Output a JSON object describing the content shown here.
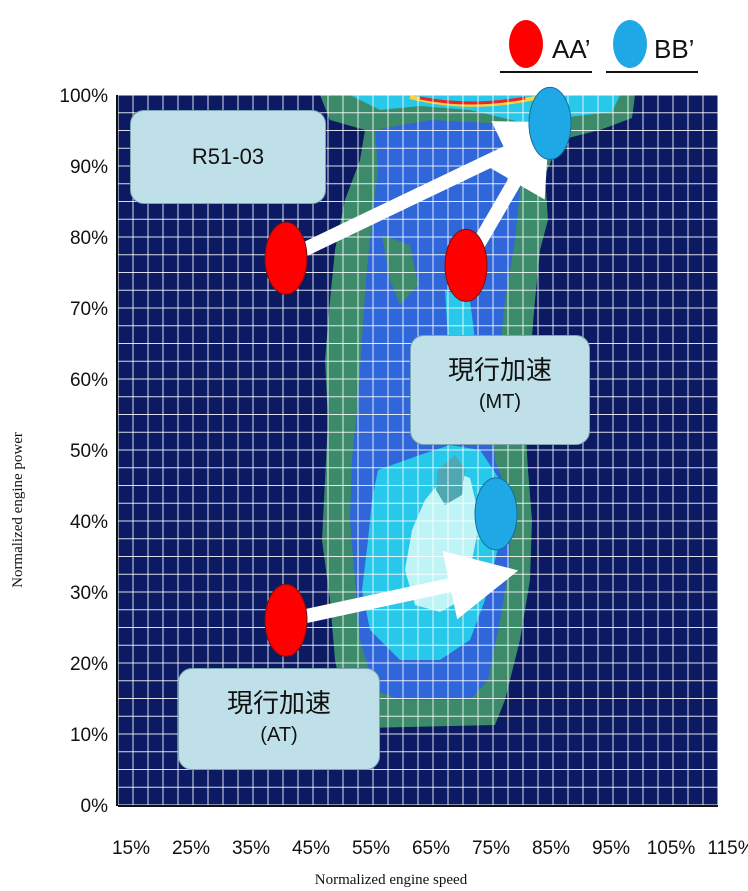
{
  "chart_data": {
    "type": "heatmap",
    "xlabel": "Normalized engine speed",
    "ylabel": "Normalized engine power",
    "x_ticks": [
      "15%",
      "25%",
      "35%",
      "45%",
      "55%",
      "65%",
      "75%",
      "85%",
      "95%",
      "105%",
      "115%"
    ],
    "y_ticks": [
      "0%",
      "10%",
      "20%",
      "30%",
      "40%",
      "50%",
      "60%",
      "70%",
      "80%",
      "90%",
      "100%"
    ],
    "xlim": [
      15,
      115
    ],
    "ylim": [
      0,
      100
    ],
    "grid": true,
    "legend_position": "top-right",
    "legend": [
      {
        "label": "AA’",
        "color": "#ff0000"
      },
      {
        "label": "BB’",
        "color": "#1ea9e6"
      }
    ],
    "points": [
      {
        "series": "AA’",
        "x": 43,
        "y": 77
      },
      {
        "series": "AA’",
        "x": 73,
        "y": 76
      },
      {
        "series": "AA’",
        "x": 43,
        "y": 26
      },
      {
        "series": "BB’",
        "x": 87,
        "y": 96
      },
      {
        "series": "BB’",
        "x": 78,
        "y": 41
      }
    ],
    "arrows": [
      {
        "from": [
          43,
          77
        ],
        "to": [
          85,
          94
        ]
      },
      {
        "from": [
          73,
          76
        ],
        "to": [
          84,
          92
        ]
      },
      {
        "from": [
          43,
          26
        ],
        "to": [
          76,
          32
        ]
      }
    ],
    "annotations": [
      {
        "id": "r51",
        "text": "R51-03"
      },
      {
        "id": "mt",
        "text": "現行加速",
        "sub": "(MT)"
      },
      {
        "id": "at",
        "text": "現行加速",
        "sub": "(AT)"
      }
    ]
  },
  "colors": {
    "background": "#0b1a63",
    "grid": "#ffffff",
    "level1": "#3b8a6a",
    "level2": "#2f66d9",
    "level3": "#27c8ea",
    "level4": "#bff4f7",
    "level5": "#4fa7b2",
    "series_a": "#ff0000",
    "series_b": "#1ea9e6"
  }
}
